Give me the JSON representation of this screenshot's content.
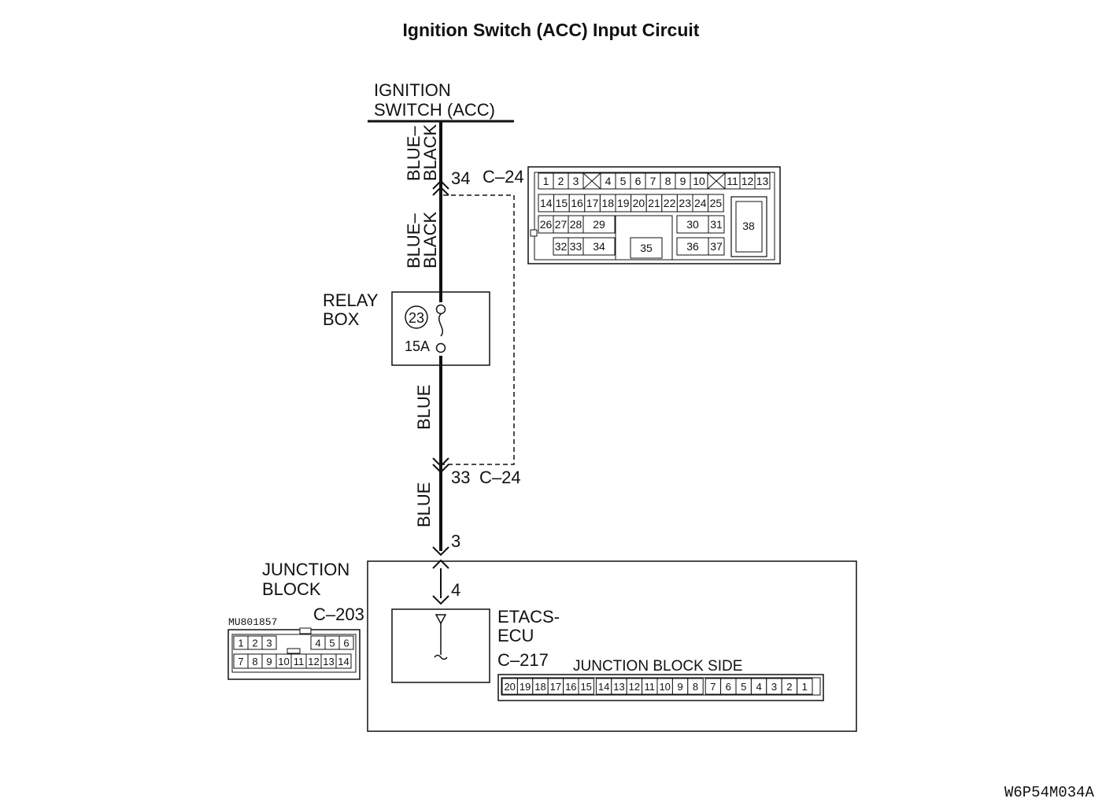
{
  "title": "Ignition Switch (ACC) Input Circuit",
  "ignition_switch": {
    "line1": "IGNITION",
    "line2": "SWITCH (ACC)"
  },
  "wires": {
    "upper1": [
      "BLUE–",
      "BLACK"
    ],
    "upper2": [
      "BLUE–",
      "BLACK"
    ],
    "lower1": "BLUE",
    "lower2": "BLUE"
  },
  "pins": {
    "top_pin": "34",
    "top_connector": "C–24",
    "mid_pin": "33",
    "mid_connector": "C–24",
    "jb_pin_outer": "3",
    "jb_pin_inner": "4"
  },
  "relay_box": {
    "line1": "RELAY",
    "line2": "BOX",
    "fuse_number": "23",
    "fuse_rating": "15A"
  },
  "junction_block": {
    "line1": "JUNCTION",
    "line2": "BLOCK",
    "connector": "C–203"
  },
  "etacs": {
    "line1": "ETACS-",
    "line2": "ECU",
    "connector": "C–217",
    "side_label": "JUNCTION BLOCK SIDE"
  },
  "c24_connector": {
    "row1": [
      "1",
      "2",
      "3",
      "",
      "4",
      "5",
      "6",
      "7",
      "8",
      "9",
      "10",
      "",
      "11",
      "12",
      "13"
    ],
    "row2": [
      "14",
      "15",
      "16",
      "17",
      "18",
      "19",
      "20",
      "21",
      "22",
      "23",
      "24",
      "25"
    ],
    "row3": [
      "26",
      "27",
      "28",
      "29",
      "30",
      "31"
    ],
    "row4": [
      "32",
      "33",
      "34",
      "35",
      "36",
      "37"
    ],
    "big": "38"
  },
  "c203_connector": {
    "part_number": "MU801857",
    "row1": [
      "1",
      "2",
      "3",
      "4",
      "5",
      "6"
    ],
    "row2": [
      "7",
      "8",
      "9",
      "10",
      "11",
      "12",
      "13",
      "14"
    ]
  },
  "c217_connector": {
    "cells": [
      "20",
      "19",
      "18",
      "17",
      "16",
      "15",
      "14",
      "13",
      "12",
      "11",
      "10",
      "9",
      "8",
      "7",
      "6",
      "5",
      "4",
      "3",
      "2",
      "1"
    ]
  },
  "figure_code": "W6P54M034A"
}
